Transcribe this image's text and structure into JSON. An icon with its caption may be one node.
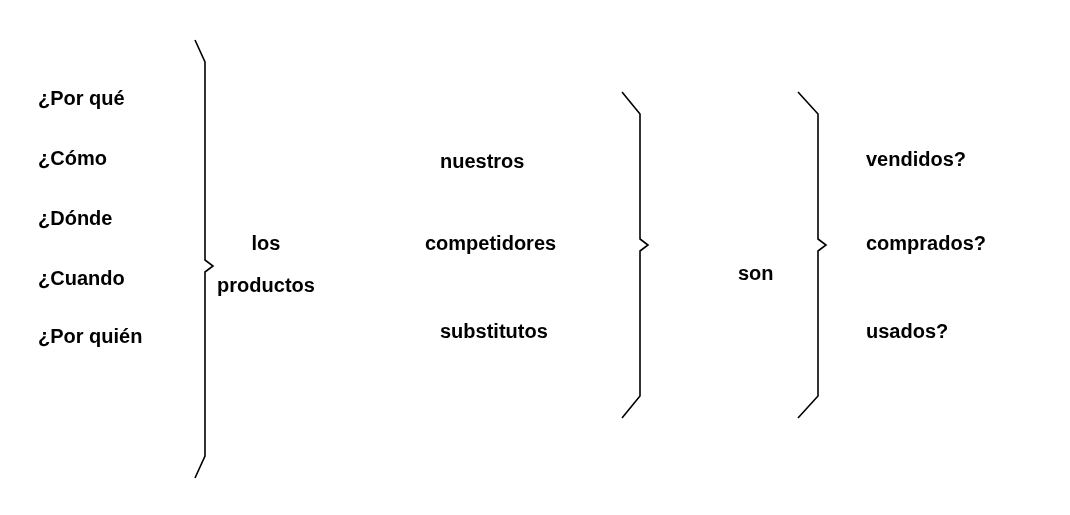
{
  "diagram": {
    "labels": [
      "¿Por qué",
      "¿Cómo",
      "¿Dónde",
      "¿Cuando",
      "¿Por quién",
      "los productos",
      "nuestros",
      "competidores",
      "substitutos",
      "son",
      "vendidos?",
      "comprados?",
      "usados?"
    ]
  }
}
